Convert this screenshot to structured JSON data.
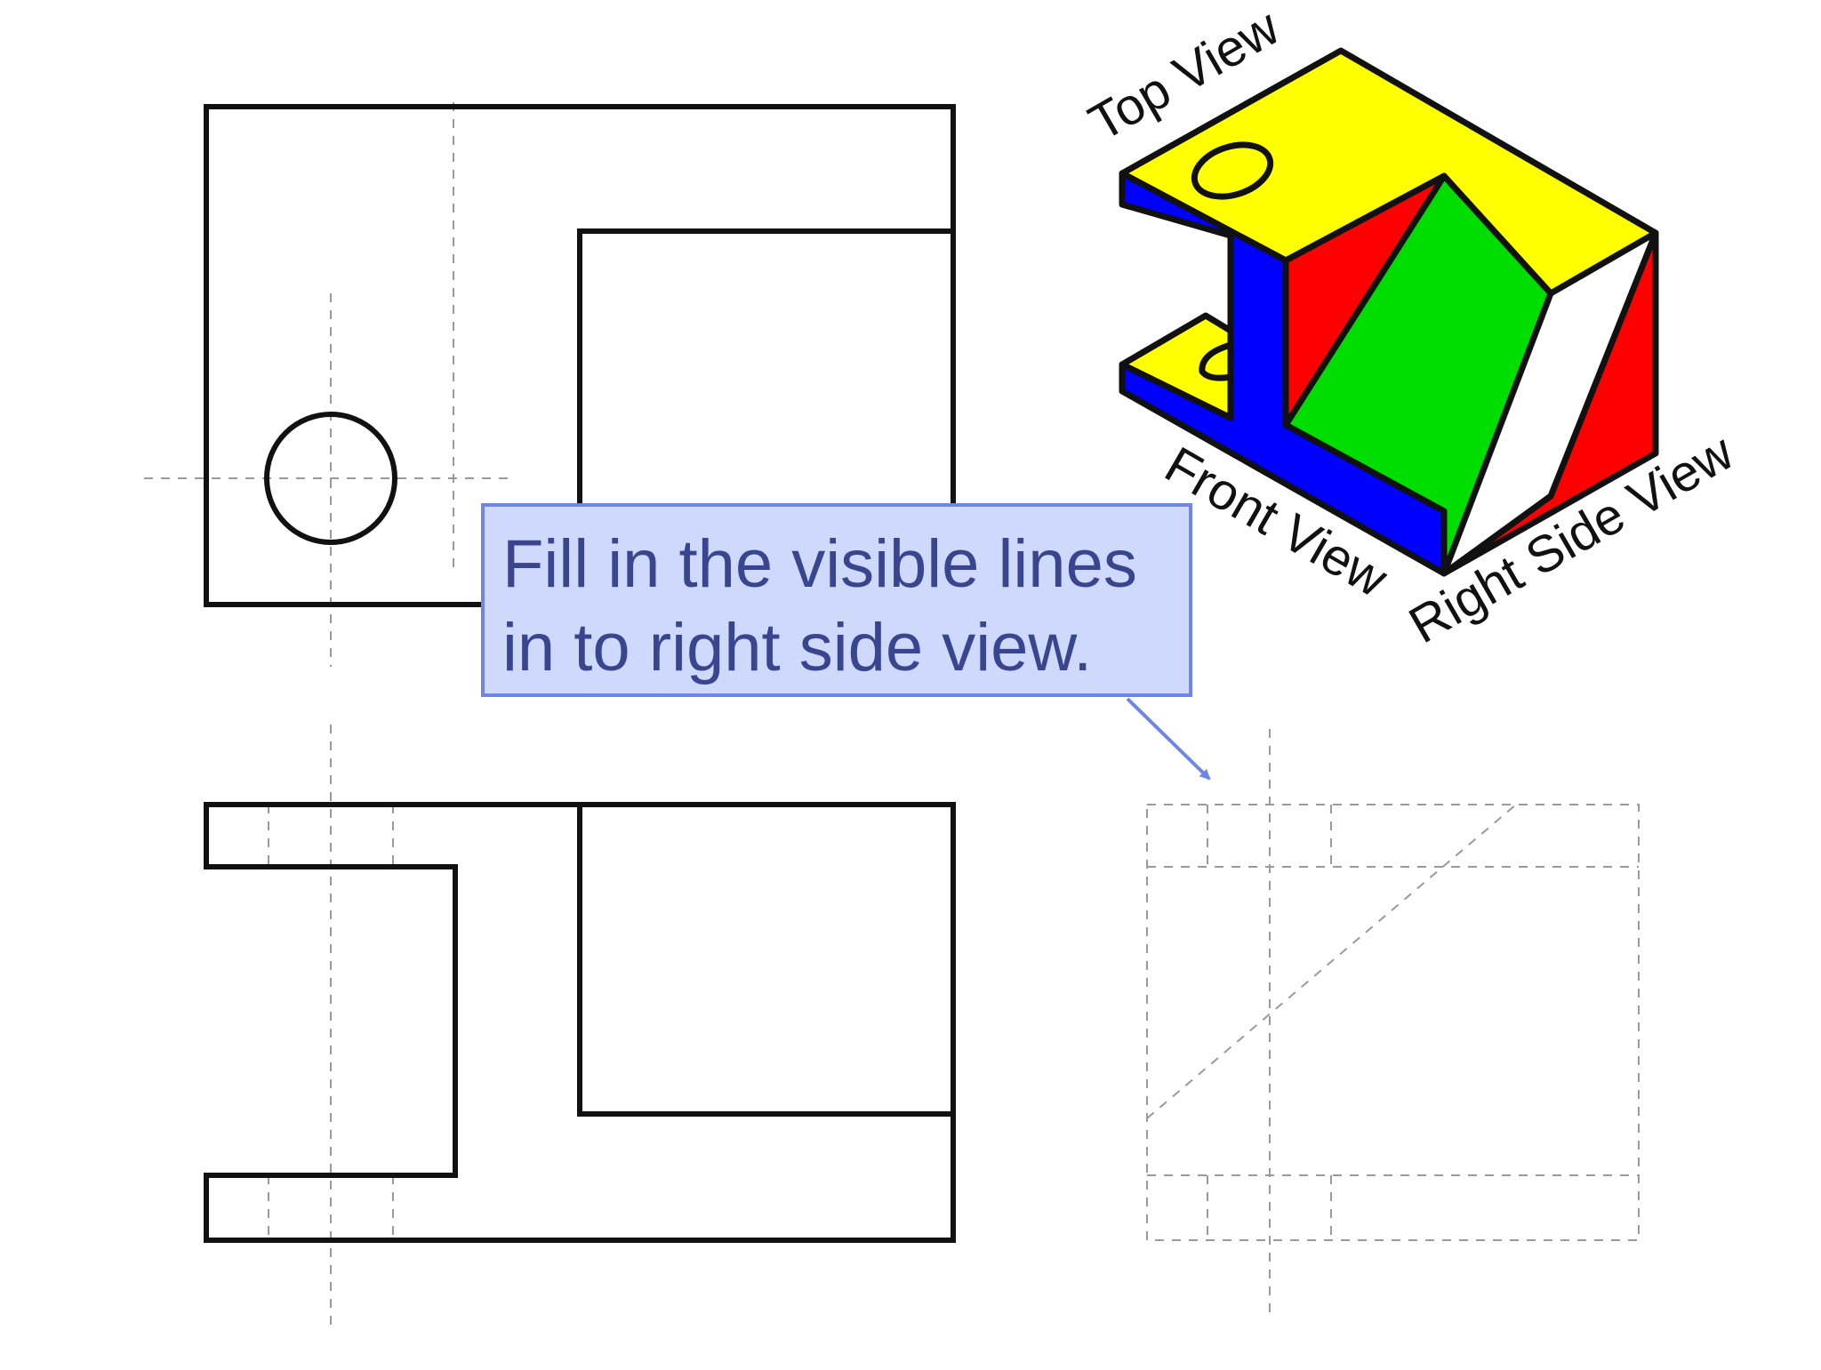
{
  "callout": {
    "line1": "Fill in the visible lines",
    "line2": "in to right side view."
  },
  "isometric": {
    "labels": {
      "top": "Top View",
      "front": "Front View",
      "right": "Right Side View"
    },
    "colors": {
      "top_face": "#ffff00",
      "front_face": "#0000ff",
      "right_face": "#ff0000",
      "inclined_face": "#00e000"
    }
  },
  "colors": {
    "outline": "#111111",
    "construction": "#9a9a9a",
    "callout_fill": "#cfd9fb",
    "callout_border": "#6f86e8",
    "callout_text": "#3a4590"
  }
}
